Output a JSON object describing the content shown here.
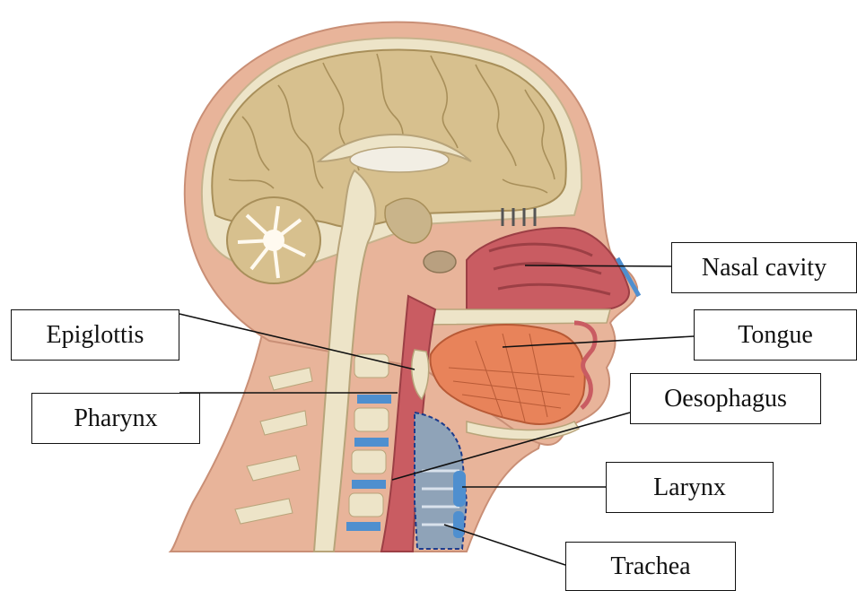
{
  "labels": {
    "nasal_cavity": "Nasal cavity",
    "tongue": "Tongue",
    "epiglottis": "Epiglottis",
    "pharynx": "Pharynx",
    "oesophagus": "Oesophagus",
    "larynx": "Larynx",
    "trachea": "Trachea"
  },
  "colors": {
    "skin": "#e8b49a",
    "brain": "#d7c08e",
    "bone": "#ede4c8",
    "muscle": "#e8835a",
    "airway": "#c95c62",
    "cartilage_blue": "#4f8fcf"
  }
}
